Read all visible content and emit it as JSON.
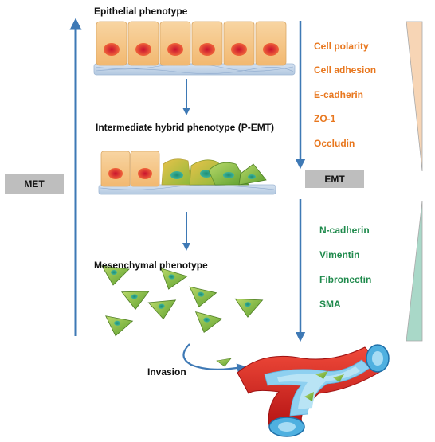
{
  "phases": {
    "epithelial": "Epithelial phenotype",
    "intermediate": "Intermediate hybrid phenotype (P-EMT)",
    "mesenchymal": "Mesenchymal phenotype",
    "invasion": "Invasion"
  },
  "transitions": {
    "met": "MET",
    "emt": "EMT"
  },
  "epithelial_markers": [
    "Cell polarity",
    "Cell adhesion",
    "E-cadherin",
    "ZO-1",
    "Occludin"
  ],
  "mesenchymal_markers": [
    "N-cadherin",
    "Vimentin",
    "Fibronectin",
    "SMA"
  ],
  "colors": {
    "arrow": "#3E79B5",
    "epithelial_marker_text": "#E8771E",
    "mesenchymal_marker_text": "#1F8A4C",
    "box": "#BEBEBE",
    "cell_fill": "#F6C98A",
    "nucleus": "#E0482A",
    "mesenchymal_cell": "#8CC34A",
    "vessel": "#D52020",
    "epithelial_wedge": "#F7D5B5",
    "mesenchymal_wedge": "#A9D8C8"
  }
}
